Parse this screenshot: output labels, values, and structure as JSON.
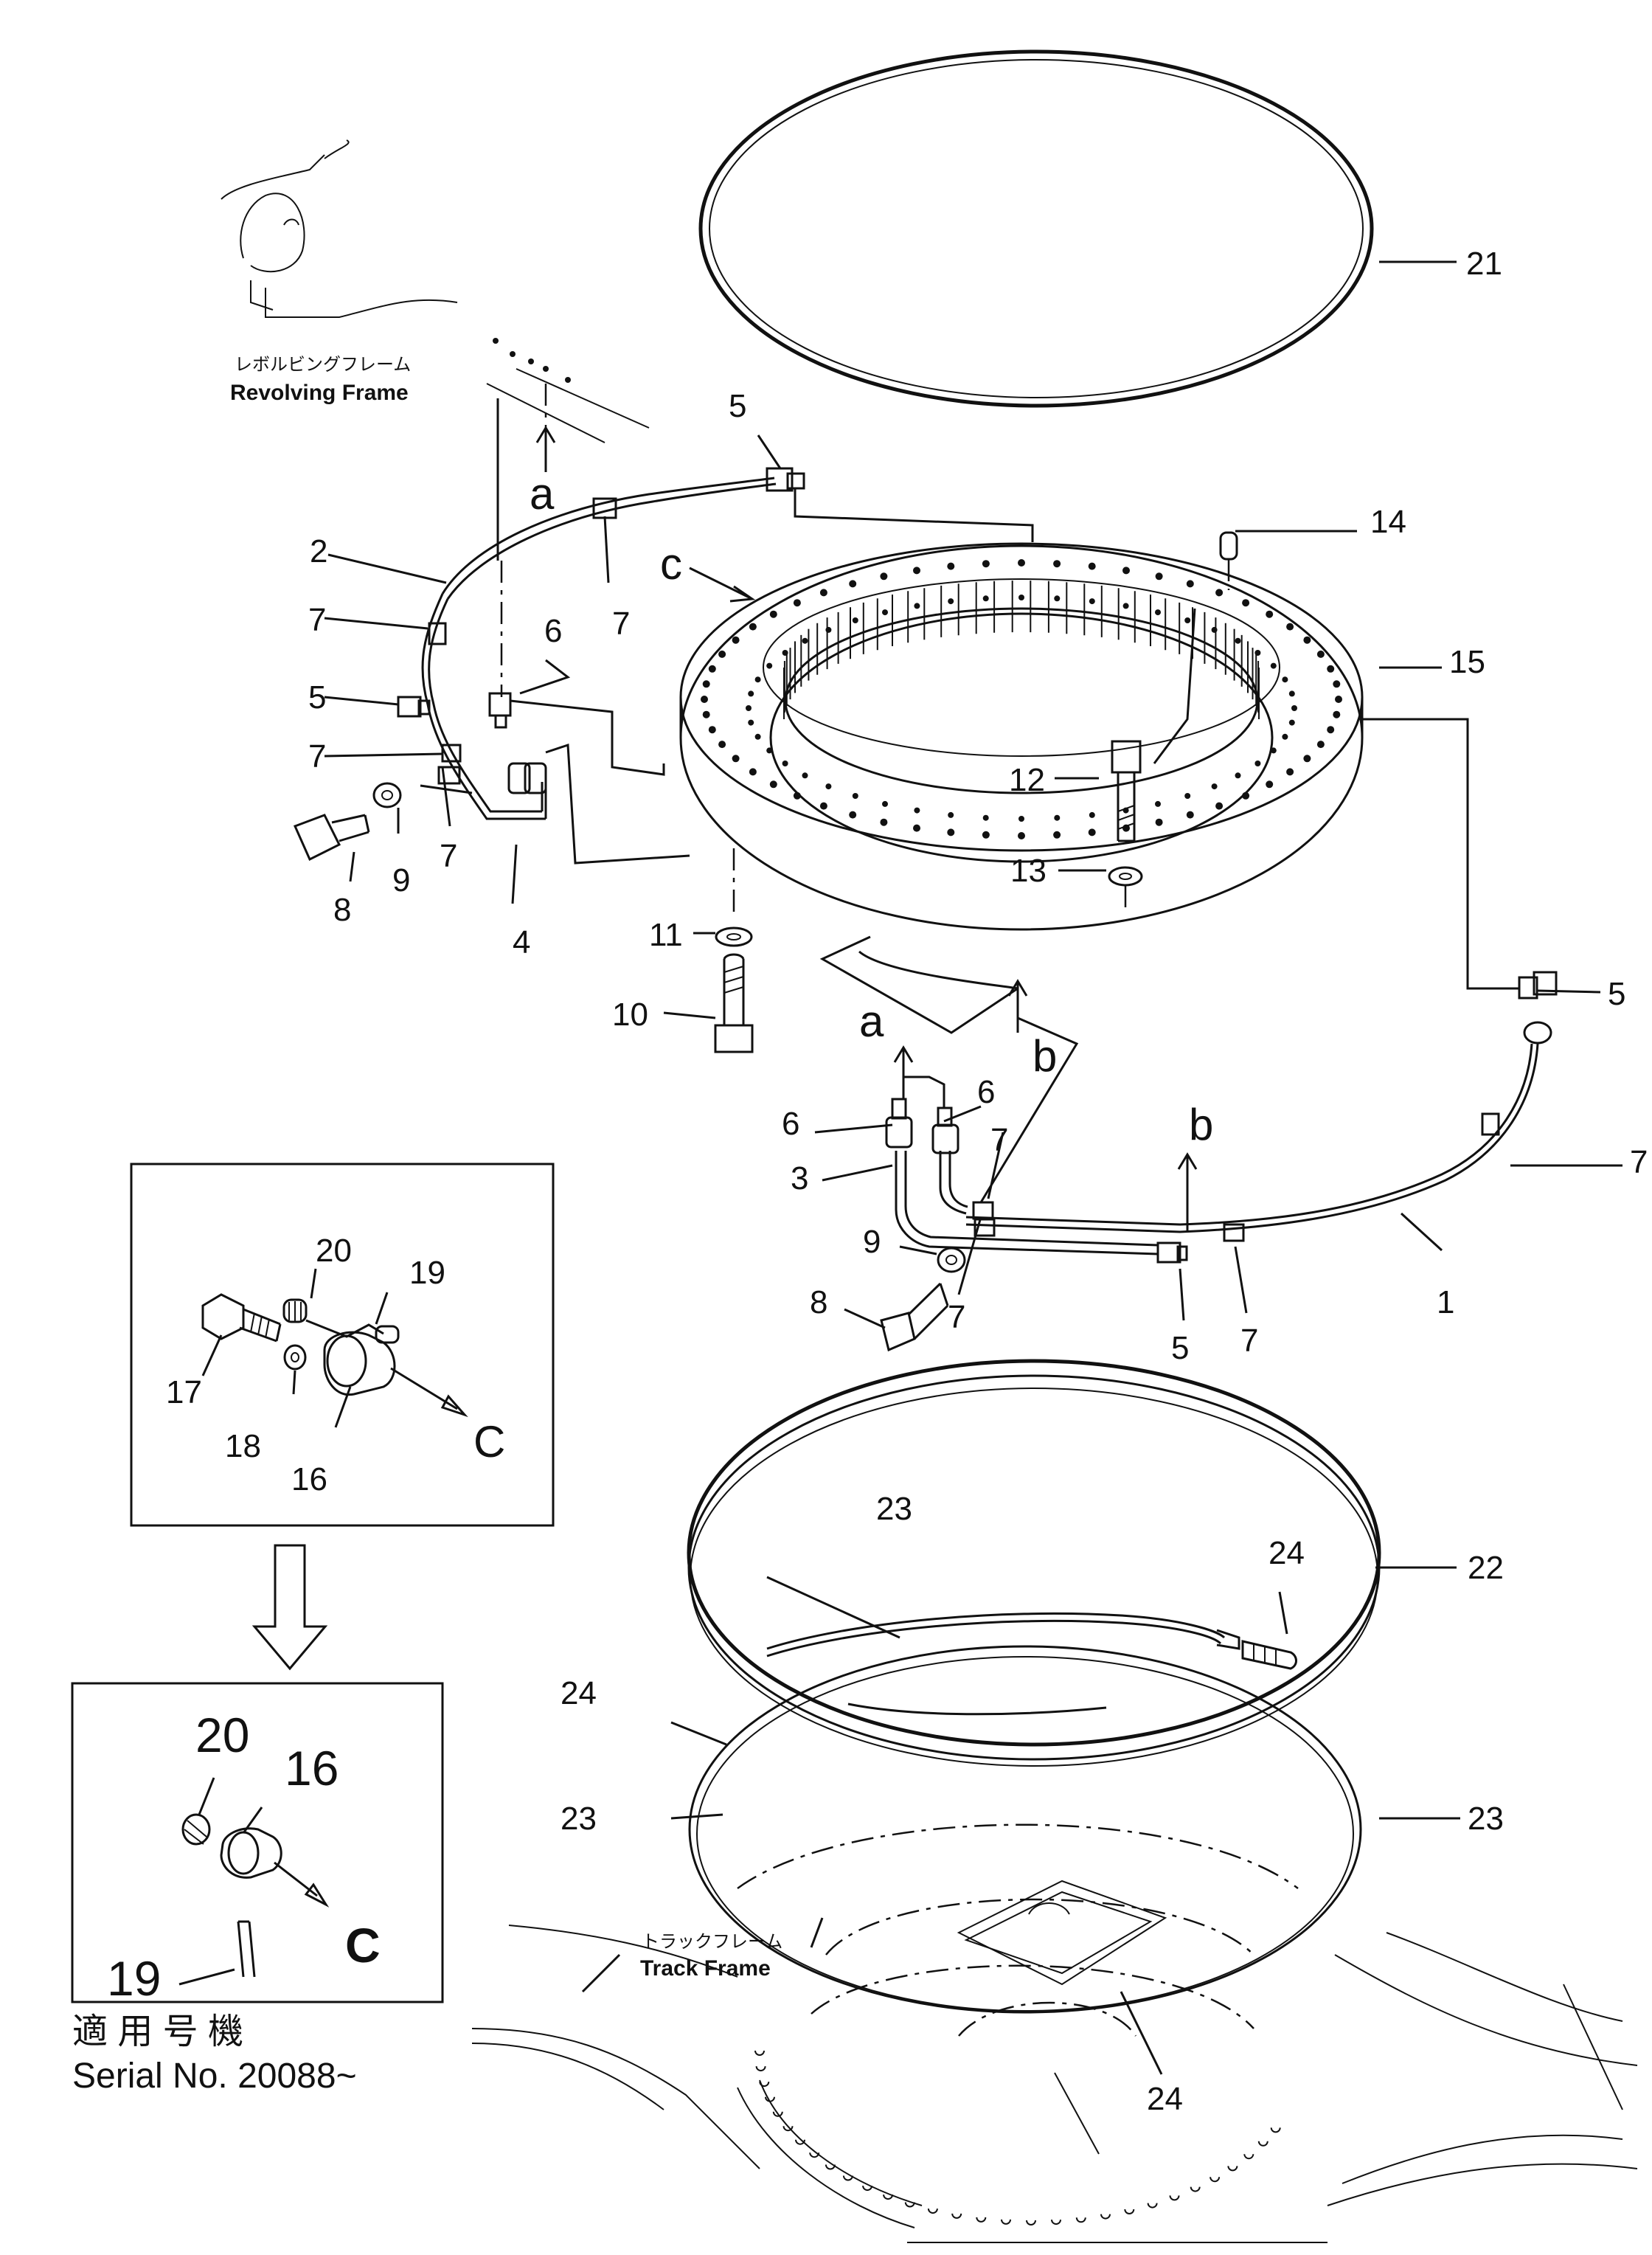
{
  "frames": {
    "revolving_jp": "レボルビングフレーム",
    "revolving_en": "Revolving Frame",
    "track_jp": "トラックフレーム",
    "track_en": "Track Frame"
  },
  "serial": {
    "label_jp": "適 用 号 機",
    "label_en": "Serial  No.  20088~"
  },
  "view_letters": {
    "a": "a",
    "b": "b",
    "c": "c",
    "C": "C"
  },
  "part_numbers": [
    "1",
    "2",
    "3",
    "4",
    "5",
    "6",
    "7",
    "8",
    "9",
    "10",
    "11",
    "12",
    "13",
    "14",
    "15",
    "16",
    "17",
    "18",
    "19",
    "20",
    "21",
    "22",
    "23",
    "24"
  ]
}
